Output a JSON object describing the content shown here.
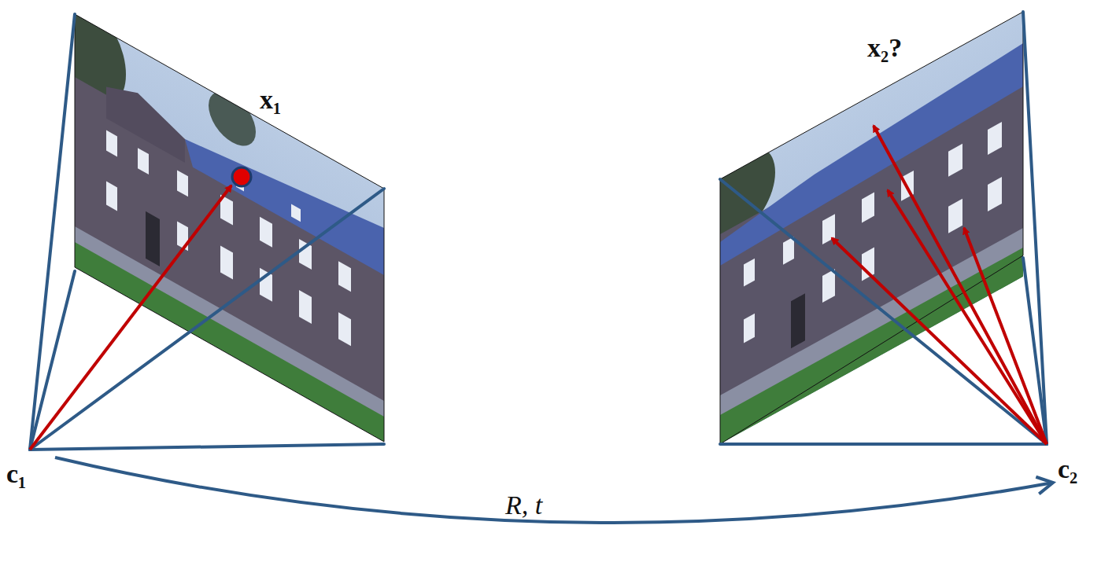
{
  "diagram": {
    "labels": [
      "x₁",
      "x₂?",
      "c₁",
      "c₂",
      "R, t"
    ]
  }
}
